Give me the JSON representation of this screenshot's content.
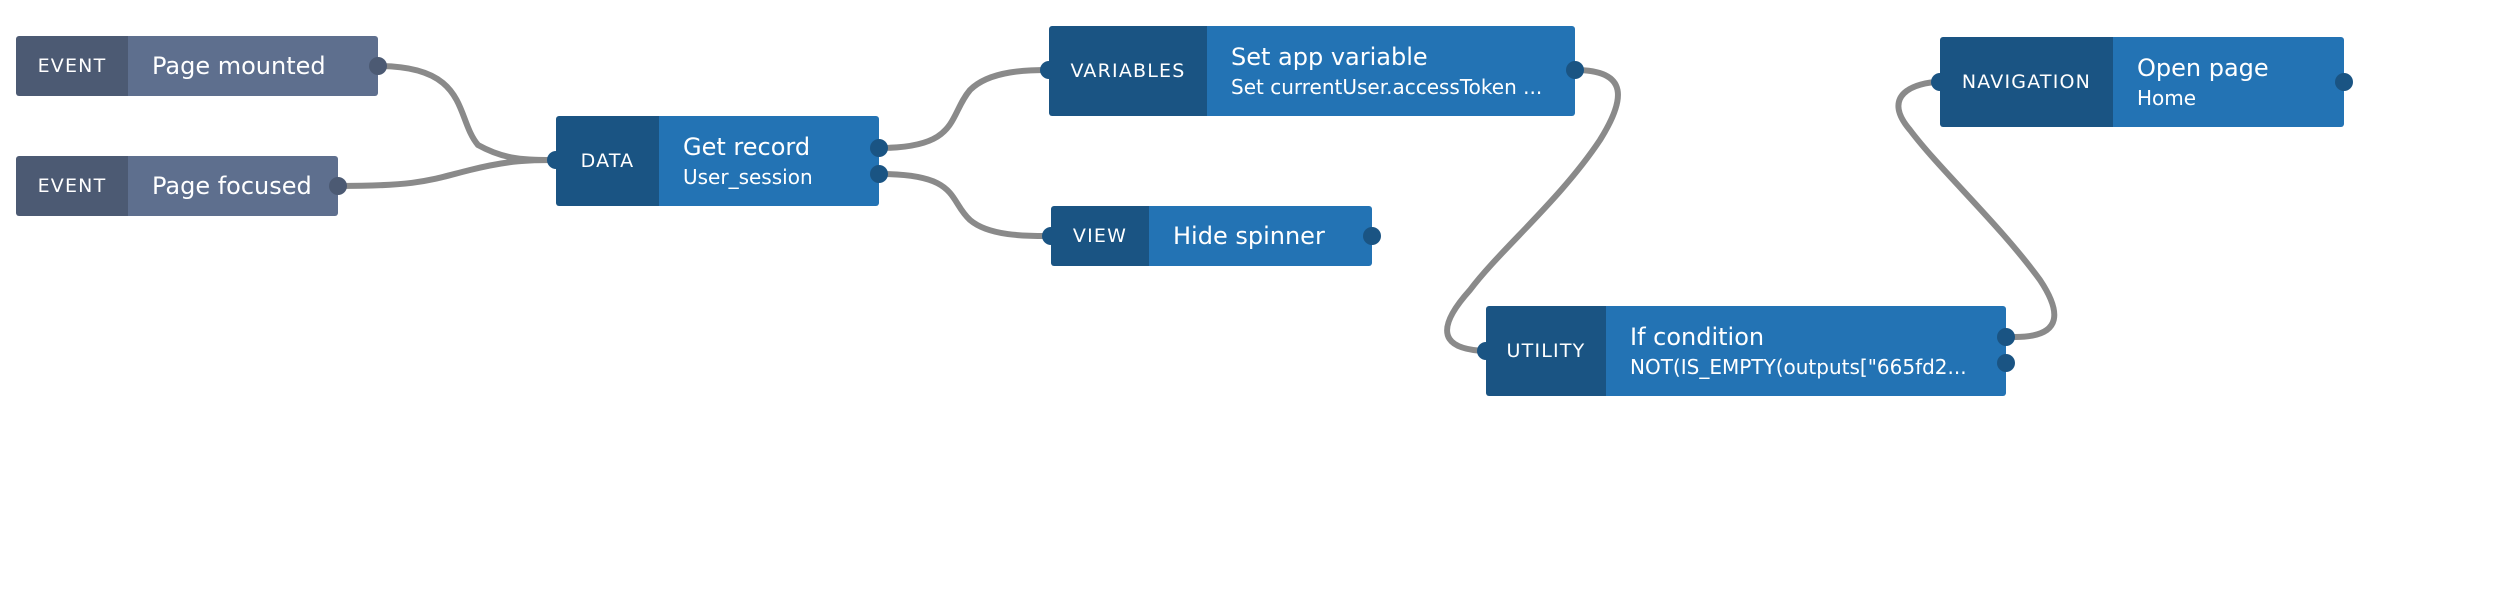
{
  "colors": {
    "event_tag": "#4c5a73",
    "event_body": "#5e6f8e",
    "block_tag": "#1a5483",
    "block_body": "#2373b4",
    "wire": "#8a8a8a"
  },
  "nodes": {
    "event_mounted": {
      "tag": "EVENT",
      "title": "Page mounted"
    },
    "event_focused": {
      "tag": "EVENT",
      "title": "Page focused"
    },
    "get_record": {
      "tag": "DATA",
      "title": "Get record",
      "subtitle": "User_session"
    },
    "set_variable": {
      "tag": "VARIABLES",
      "title": "Set app variable",
      "subtitle": "Set currentUser.accessToken ..."
    },
    "hide_spinner": {
      "tag": "VIEW",
      "title": "Hide spinner"
    },
    "if_condition": {
      "tag": "UTILITY",
      "title": "If condition",
      "subtitle": "NOT(IS_EMPTY(outputs[\"665fd2..."
    },
    "open_page": {
      "tag": "NAVIGATION",
      "title": "Open page",
      "subtitle": "Home"
    }
  }
}
